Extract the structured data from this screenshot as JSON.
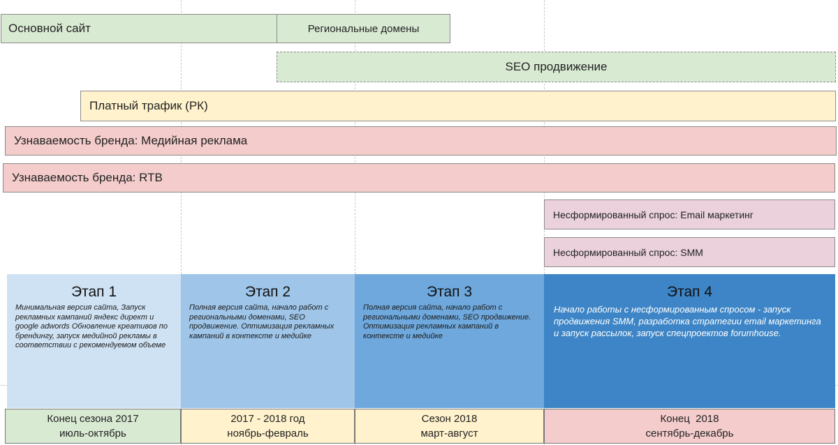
{
  "bars": {
    "main_site": "Основной сайт",
    "regional_domains": "Региональные домены",
    "seo": "SEO продвижение",
    "paid_traffic": "Платный трафик (РК)",
    "brand_media": "Узнаваемость бренда: Медийная реклама",
    "brand_rtb": "Узнаваемость бренда: RTB",
    "demand_email": "Несформированный спрос: Email маркетинг",
    "demand_smm": "Несформированный спрос: SMM"
  },
  "stages": [
    {
      "title": "Этап 1",
      "desc": "Минимальная версия сайта, Запуск рекламных кампаний яндекс директ и google adwords Обновление креативов по брендингу, запуск медийной рекламы в соответствии с рекомендуемом объеме",
      "color": "#cfe2f3"
    },
    {
      "title": "Этап 2",
      "desc": "Полная версия сайта, начало работ с региональными доменами, SEO продвижение. Оптимизация рекламных кампаний в контексте и медийке",
      "color": "#9fc5e8"
    },
    {
      "title": "Этап 3",
      "desc": "Полная версия сайта, начало работ с региональными доменами, SEO продвижение. Оптимизация рекламных кампаний в контексте и медийке",
      "color": "#6fa8dc"
    },
    {
      "title": "Этап 4",
      "desc": "Начало работы с несформированным спросом - запуск продвижения SMM, разработка стратегии email маркетинга и запуск рассылок, запуск спецпроектов forumhouse.",
      "color": "#3d85c6"
    }
  ],
  "periods": [
    {
      "line1": "Конец сезона 2017",
      "line2": "июль-октябрь",
      "color": "#d9ead3"
    },
    {
      "line1": "2017 - 2018 год",
      "line2": "ноябрь-февраль",
      "color": "#fff2cc"
    },
    {
      "line1": "Сезон 2018",
      "line2": "март-август",
      "color": "#fff2cc"
    },
    {
      "line1": "Конец  2018",
      "line2": "сентябрь-декабрь",
      "color": "#f4cccc"
    }
  ]
}
